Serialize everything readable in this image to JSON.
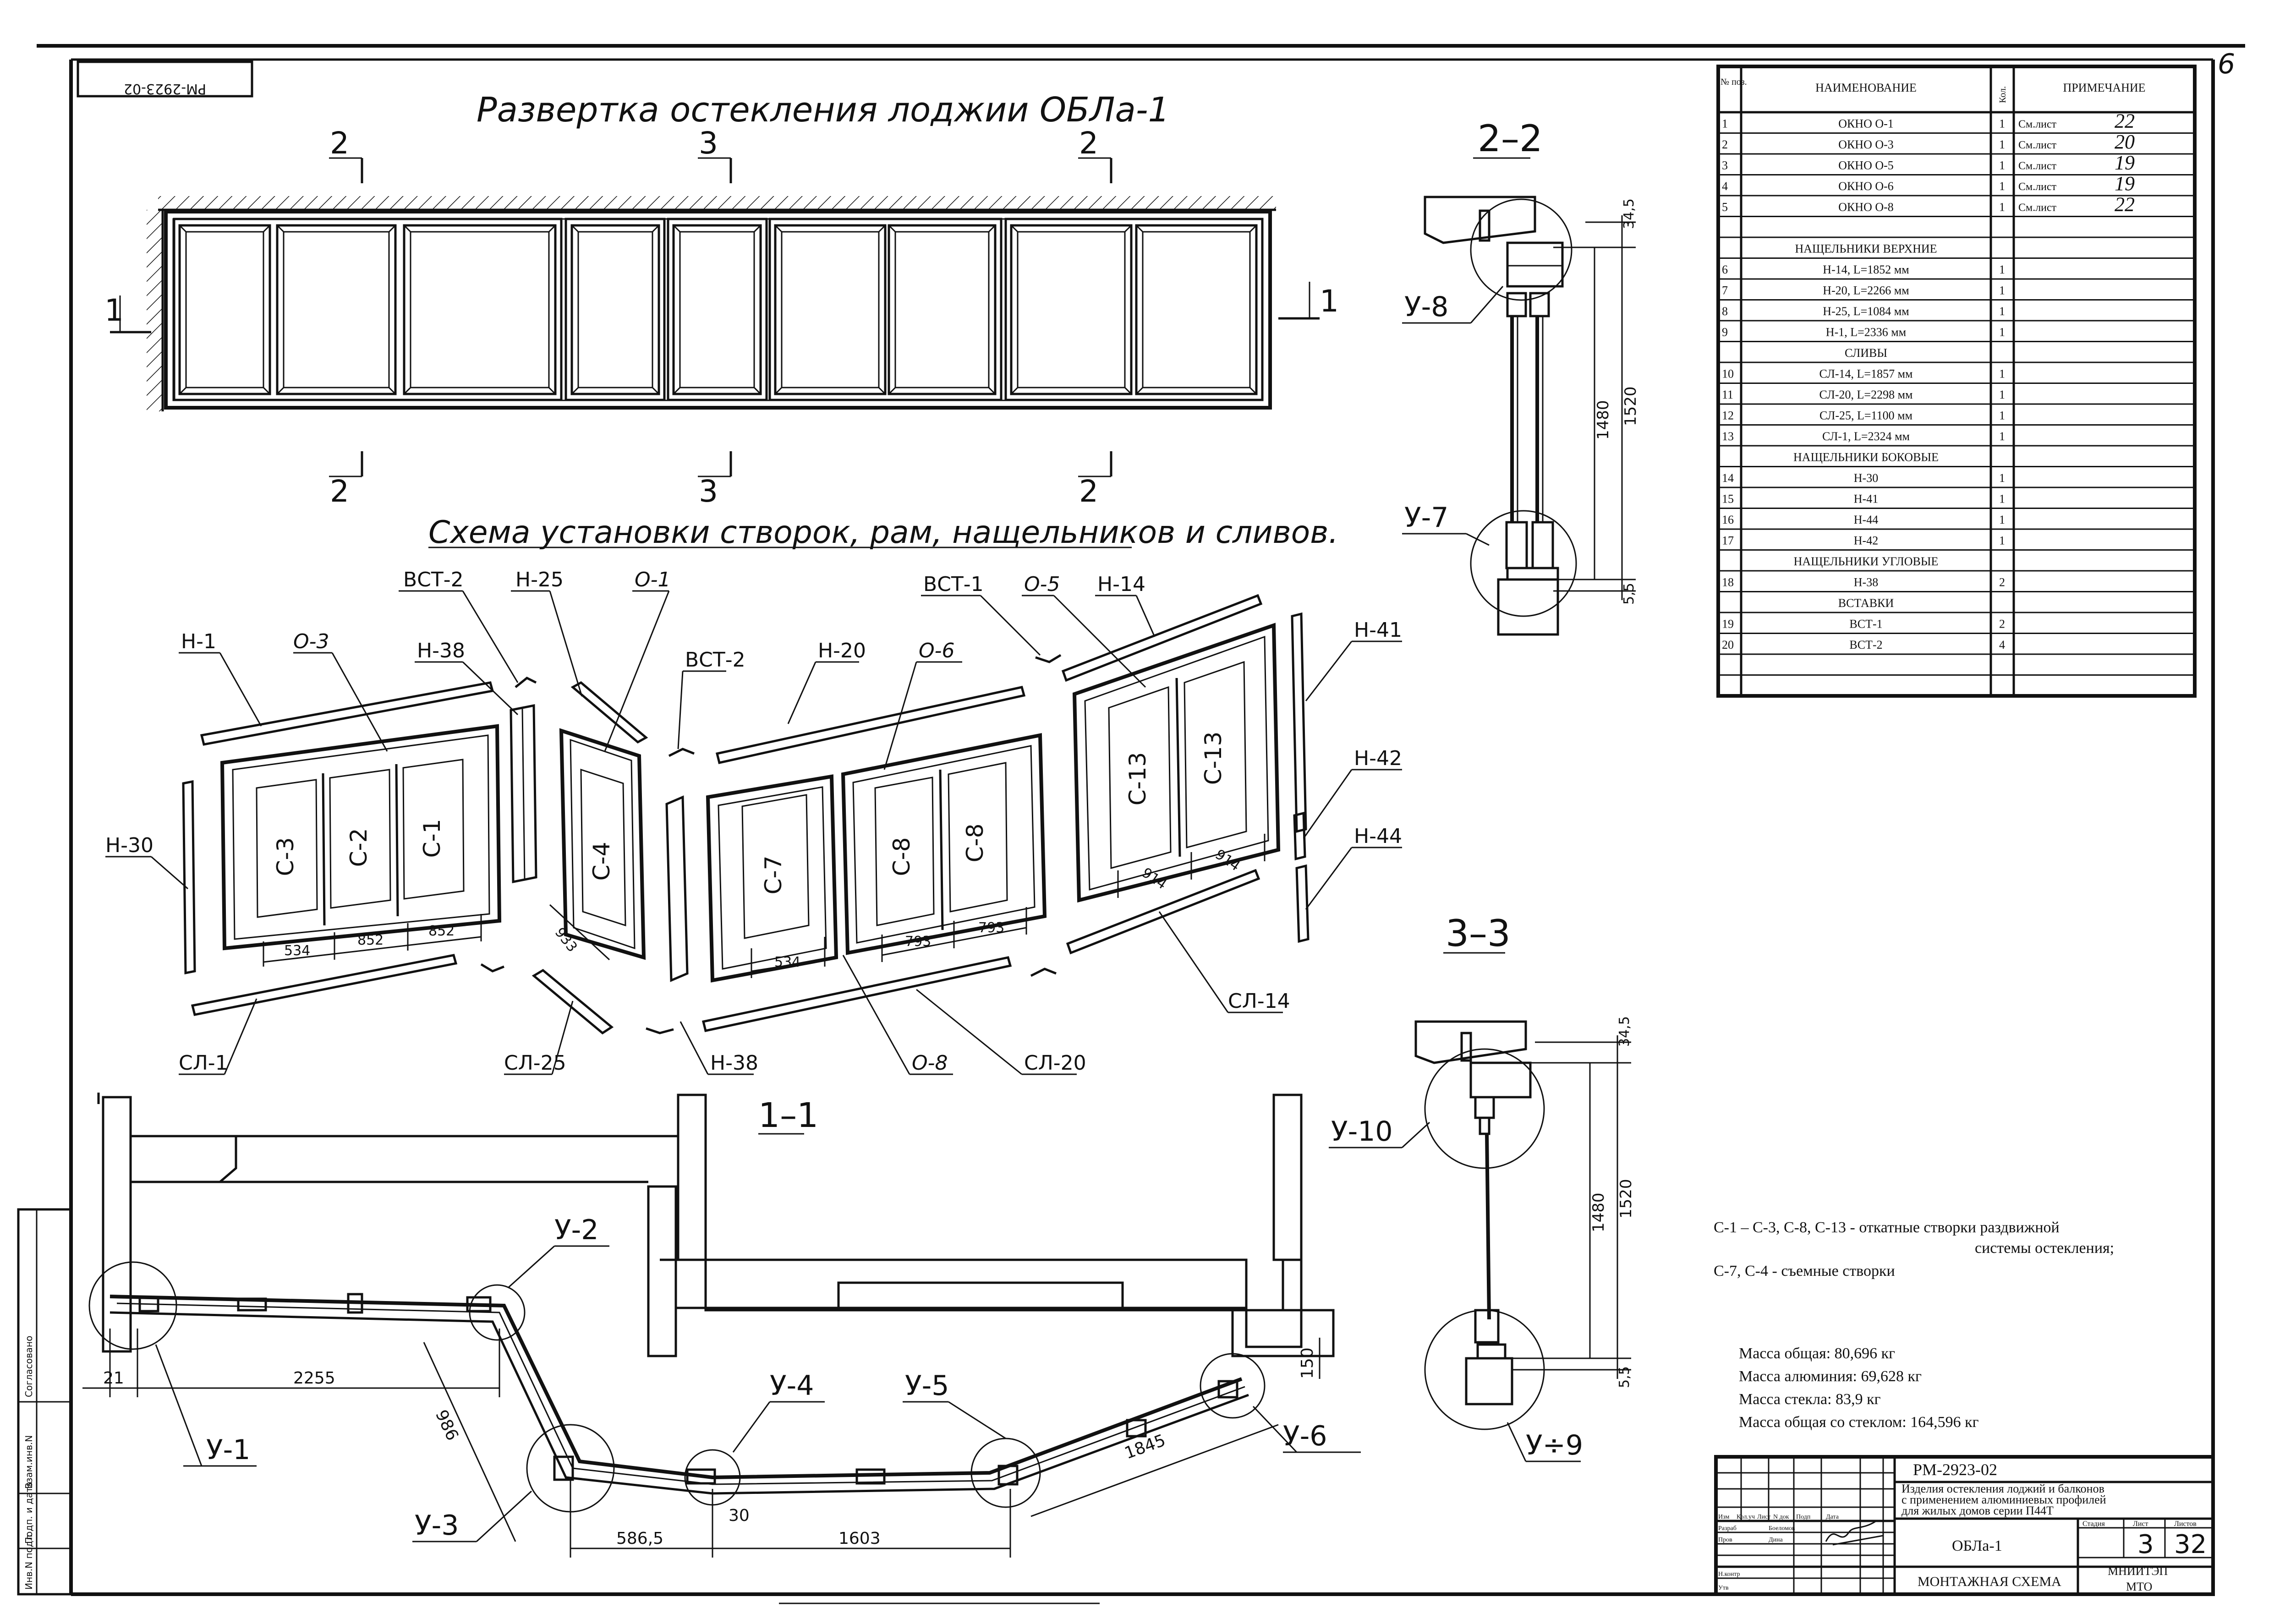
{
  "sheet": {
    "code_rotated": "РМ-2923-02",
    "corner_num": "6"
  },
  "titles": {
    "unfold": "Развертка остекления лоджии ОБЛа-1",
    "scheme": "Схема установки створок, рам, нащельников и сливов."
  },
  "section_marks": {
    "s2": "2",
    "s3": "3",
    "s1": "1",
    "sec22": "2–2",
    "sec33": "3–3",
    "sec11": "1–1"
  },
  "scheme_labels": [
    "Н-1",
    "О-3",
    "Н-38",
    "ВСТ-2",
    "Н-25",
    "О-1",
    "ВСТ-2",
    "Н-20",
    "О-6",
    "ВСТ-1",
    "О-5",
    "Н-14",
    "Н-41",
    "Н-42",
    "Н-44",
    "Н-30",
    "СЛ-1",
    "СЛ-25",
    "Н-38",
    "О-8",
    "СЛ-20",
    "СЛ-14"
  ],
  "sash_labels": [
    "С-3",
    "С-2",
    "С-1",
    "С-4",
    "С-7",
    "С-8",
    "С-8",
    "С-13",
    "С-13"
  ],
  "scheme_dims": [
    "534",
    "852",
    "852",
    "933",
    "534",
    "793",
    "793",
    "914",
    "914"
  ],
  "node_labels": [
    "У-8",
    "У-7",
    "У-10",
    "У÷9",
    "У-1",
    "У-2",
    "У-3",
    "У-4",
    "У-5",
    "У-6"
  ],
  "sec22_dims": [
    "34,5",
    "1480",
    "1520",
    "5,5"
  ],
  "sec33_dims": [
    "34,5",
    "1480",
    "1520",
    "5,5"
  ],
  "plan_dims": [
    "21",
    "2255",
    "986",
    "586,5",
    "30",
    "1603",
    "1845",
    "150"
  ],
  "spec": {
    "headers": {
      "num": "№ поз.",
      "name": "НАИМЕНОВАНИЕ",
      "qty": "Кол.",
      "note": "ПРИМЕЧАНИЕ"
    },
    "rows": [
      {
        "num": "1",
        "name": "ОКНО О-1",
        "qty": "1",
        "note": "См.лист",
        "sheet": "22"
      },
      {
        "num": "2",
        "name": "ОКНО О-3",
        "qty": "1",
        "note": "См.лист",
        "sheet": "20"
      },
      {
        "num": "3",
        "name": "ОКНО О-5",
        "qty": "1",
        "note": "См.лист",
        "sheet": "19"
      },
      {
        "num": "4",
        "name": "ОКНО О-6",
        "qty": "1",
        "note": "См.лист",
        "sheet": "19"
      },
      {
        "num": "5",
        "name": "ОКНО О-8",
        "qty": "1",
        "note": "См.лист",
        "sheet": "22"
      },
      {
        "num": "",
        "name": "",
        "qty": "",
        "note": "",
        "sheet": ""
      },
      {
        "num": "",
        "name": "НАЩЕЛЬНИКИ ВЕРХНИЕ",
        "qty": "",
        "note": "",
        "sheet": ""
      },
      {
        "num": "6",
        "name": "Н-14,  L=1852 мм",
        "qty": "1",
        "note": "",
        "sheet": ""
      },
      {
        "num": "7",
        "name": "Н-20,  L=2266 мм",
        "qty": "1",
        "note": "",
        "sheet": ""
      },
      {
        "num": "8",
        "name": "Н-25,  L=1084 мм",
        "qty": "1",
        "note": "",
        "sheet": ""
      },
      {
        "num": "9",
        "name": "Н-1,  L=2336 мм",
        "qty": "1",
        "note": "",
        "sheet": ""
      },
      {
        "num": "",
        "name": "СЛИВЫ",
        "qty": "",
        "note": "",
        "sheet": ""
      },
      {
        "num": "10",
        "name": "СЛ-14,  L=1857 мм",
        "qty": "1",
        "note": "",
        "sheet": ""
      },
      {
        "num": "11",
        "name": "СЛ-20,  L=2298 мм",
        "qty": "1",
        "note": "",
        "sheet": ""
      },
      {
        "num": "12",
        "name": "СЛ-25,  L=1100 мм",
        "qty": "1",
        "note": "",
        "sheet": ""
      },
      {
        "num": "13",
        "name": "СЛ-1,  L=2324 мм",
        "qty": "1",
        "note": "",
        "sheet": ""
      },
      {
        "num": "",
        "name": "НАЩЕЛЬНИКИ БОКОВЫЕ",
        "qty": "",
        "note": "",
        "sheet": ""
      },
      {
        "num": "14",
        "name": "Н-30",
        "qty": "1",
        "note": "",
        "sheet": ""
      },
      {
        "num": "15",
        "name": "Н-41",
        "qty": "1",
        "note": "",
        "sheet": ""
      },
      {
        "num": "16",
        "name": "Н-44",
        "qty": "1",
        "note": "",
        "sheet": ""
      },
      {
        "num": "17",
        "name": "Н-42",
        "qty": "1",
        "note": "",
        "sheet": ""
      },
      {
        "num": "",
        "name": "НАЩЕЛЬНИКИ УГЛОВЫЕ",
        "qty": "",
        "note": "",
        "sheet": ""
      },
      {
        "num": "18",
        "name": "Н-38",
        "qty": "2",
        "note": "",
        "sheet": ""
      },
      {
        "num": "",
        "name": "ВСТАВКИ",
        "qty": "",
        "note": "",
        "sheet": ""
      },
      {
        "num": "19",
        "name": "ВСТ-1",
        "qty": "2",
        "note": "",
        "sheet": ""
      },
      {
        "num": "20",
        "name": "ВСТ-2",
        "qty": "4",
        "note": "",
        "sheet": ""
      },
      {
        "num": "",
        "name": "",
        "qty": "",
        "note": "",
        "sheet": ""
      },
      {
        "num": "",
        "name": "",
        "qty": "",
        "note": "",
        "sheet": ""
      }
    ]
  },
  "notes": {
    "n1a": "С-1 – С-3, С-8, С-13  -  откатные створки раздвижной",
    "n1b": "системы остекления;",
    "n2": "С-7, С-4 -  съемные створки"
  },
  "mass": {
    "total": "Масса общая: 80,696 кг",
    "aluminum": "Масса алюминия: 69,628 кг",
    "glass": "Масса стекла: 83,9 кг",
    "total_glass": "Масса общая со стеклом: 164,596 кг"
  },
  "stamp": {
    "code": "РМ-2923-02",
    "title1": "Изделия остекления лоджий и балконов",
    "title2": "с применением алюминиевых профилей",
    "title3": "для жилых домов серии П44Т",
    "item": "ОБЛа-1",
    "stage_h": "Стадия",
    "sheet_h": "Лист",
    "sheets_h": "Листов",
    "sheet": "3",
    "sheets": "32",
    "org1": "МНИИТЭП",
    "org2": "МТО",
    "doc": "МОНТАЖНАЯ СХЕМА",
    "left_h": [
      "Изм",
      "Кол.уч",
      "Лист",
      "N док",
      "Подп",
      "Дата"
    ],
    "roles": [
      "Разраб",
      "Пров",
      "Н.контр",
      "Утв"
    ],
    "names": [
      "Боеломов",
      "Дина"
    ]
  },
  "side_stamp": [
    "Согласовано",
    "Инв.N подл",
    "Подп. и дата",
    "Взам.инв.N"
  ]
}
